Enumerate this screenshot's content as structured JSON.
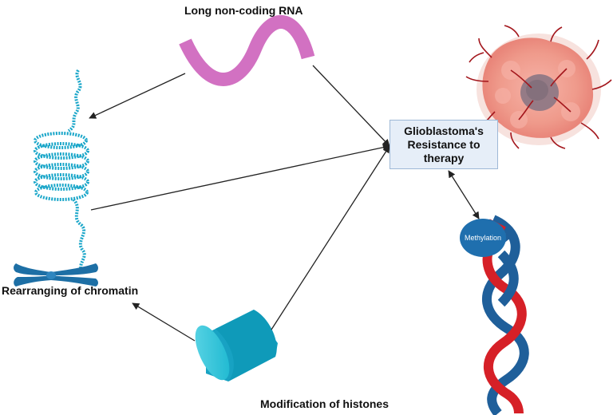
{
  "labels": {
    "lncrna": "Long non-coding RNA",
    "chromatin": "Rearranging of chromatin",
    "histones": "Modification of histones",
    "methylation": "Methylation"
  },
  "central": {
    "text": "Glioblastoma's\nResistance to\ntherapy"
  },
  "colors": {
    "rna": "#d271c2",
    "chromatin": "#1aa6c9",
    "chromosome": "#1d6fa5",
    "histone": "#16b5cf",
    "dna_red": "#d62027",
    "dna_blue": "#1f5f9a",
    "tumor": "#ef9a8b",
    "vessel": "#a3161c",
    "box_fill": "#e6eef8",
    "arrow": "#222222"
  },
  "icons": [
    "lncrna-strand-icon",
    "chromatin-fiber-icon",
    "chromosome-icon",
    "histone-cylinder-icon",
    "dna-helix-icon",
    "tumor-cell-icon"
  ]
}
